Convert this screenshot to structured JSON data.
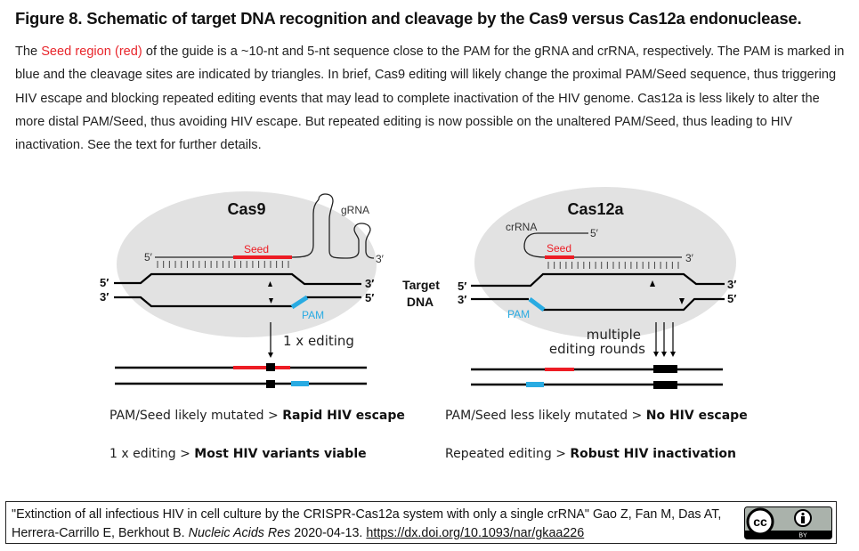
{
  "figure": {
    "title": "Figure 8. Schematic of target DNA recognition and cleavage by the Cas9 versus Cas12a endonuclease.",
    "caption": {
      "prefix": "The ",
      "highlight": "Seed region (red)",
      "rest": " of the guide is a ~10-nt and 5-nt sequence close to the PAM for the gRNA and crRNA, respectively. The PAM is marked in blue and the cleavage sites are indicated by triangles. In brief, Cas9 editing will likely change the proximal PAM/Seed sequence, thus triggering HIV escape and blocking repeated editing events that may lead to complete inactivation of the HIV genome. Cas12a is less likely to alter the more distal PAM/Seed, thus avoiding HIV escape. But repeated editing is now possible on the unaltered PAM/Seed, thus leading to HIV inactivation. See the text for further details."
    },
    "colors": {
      "seed": "#ed1c24",
      "pam": "#29abe2",
      "protein": "#e2e2e2",
      "strand": "#000000"
    },
    "center_label": {
      "line1": "Target",
      "line2": "DNA"
    },
    "cas9": {
      "name": "Cas9",
      "rna_label": "gRNA",
      "rna_5": "5′",
      "rna_3": "3′",
      "seed_label": "Seed",
      "pam_label": "PAM",
      "dna_top_5": "5′",
      "dna_top_3": "3′",
      "dna_bottom_3": "3′",
      "dna_bottom_5": "5′",
      "editing_label": "1 x editing",
      "outcome1_normal": "PAM/Seed likely mutated > ",
      "outcome1_bold": "Rapid HIV escape",
      "outcome2_normal": "1 x editing > ",
      "outcome2_bold": "Most HIV variants viable"
    },
    "cas12a": {
      "name": "Cas12a",
      "rna_label": "crRNA",
      "rna_5": "5′",
      "rna_3": "3′",
      "seed_label": "Seed",
      "pam_label": "PAM",
      "dna_top_5": "5′",
      "dna_top_3": "3′",
      "dna_bottom_3": "3′",
      "dna_bottom_5": "5′",
      "editing_label_1": "multiple",
      "editing_label_2": "editing rounds",
      "outcome1_normal": "PAM/Seed less likely mutated > ",
      "outcome1_bold": "No HIV escape",
      "outcome2_normal": "Repeated editing  > ",
      "outcome2_bold": "Robust HIV inactivation"
    }
  },
  "citation": {
    "quote": "\"Extinction of all infectious HIV in cell culture by the CRISPR-Cas12a system with only a single crRNA\"",
    "authors": " Gao Z, Fan M, Das AT, Herrera-Carrillo E, Berkhout B. ",
    "journal": "Nucleic Acids Res",
    "date": " 2020-04-13.  ",
    "doi": "https://dx.doi.org/10.1093/nar/gkaa226",
    "license_cc": "cc",
    "license_by": "BY"
  }
}
